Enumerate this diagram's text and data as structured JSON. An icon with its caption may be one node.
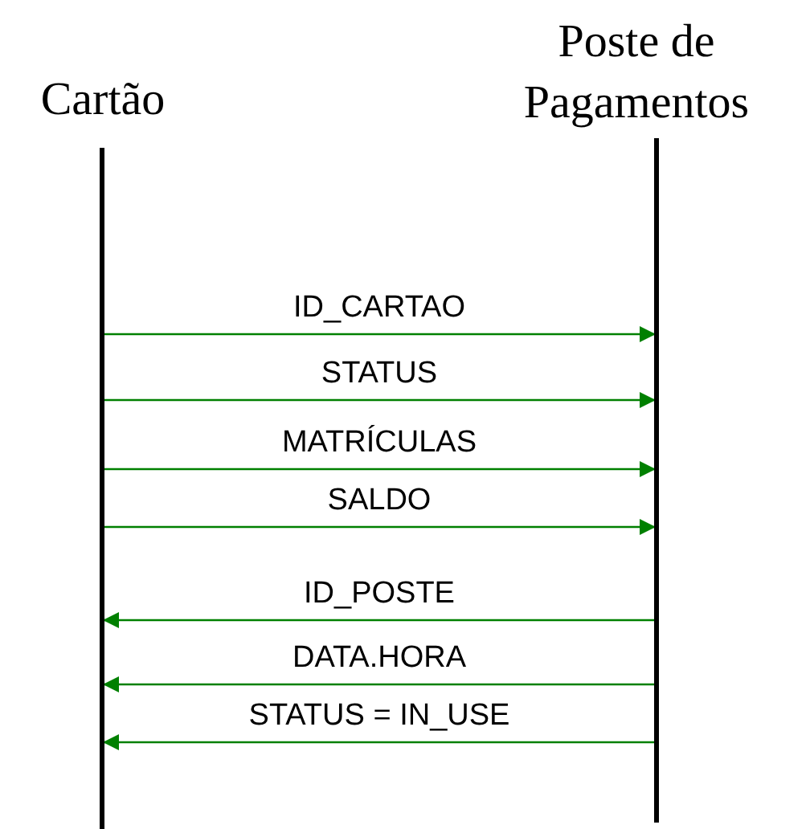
{
  "diagram": {
    "nodes": [
      {
        "text": [
          "Cartão"
        ]
      },
      {
        "text": [
          "Poste de Pagamentos"
        ]
      },
      {
        "text": [],
        "shape": "bar"
      },
      {
        "text": [],
        "shape": "bar"
      }
    ],
    "edges": [
      {
        "from": 2,
        "to": 3,
        "arrow": "to",
        "label": "ID_CARTAO"
      },
      {
        "from": 2,
        "to": 3,
        "arrow": "to",
        "label": "STATUS"
      },
      {
        "from": 2,
        "to": 3,
        "arrow": "to",
        "label": "MATRÍCULAS"
      },
      {
        "from": 2,
        "to": 3,
        "arrow": "to",
        "label": "SALDO"
      },
      {
        "from": 3,
        "to": 2,
        "arrow": "to",
        "label": "ID_POSTE"
      },
      {
        "from": 3,
        "to": 2,
        "arrow": "to",
        "label": "DATA.HORA"
      },
      {
        "from": 3,
        "to": 2,
        "arrow": "to",
        "label": "STATUS = IN_USE"
      }
    ]
  }
}
